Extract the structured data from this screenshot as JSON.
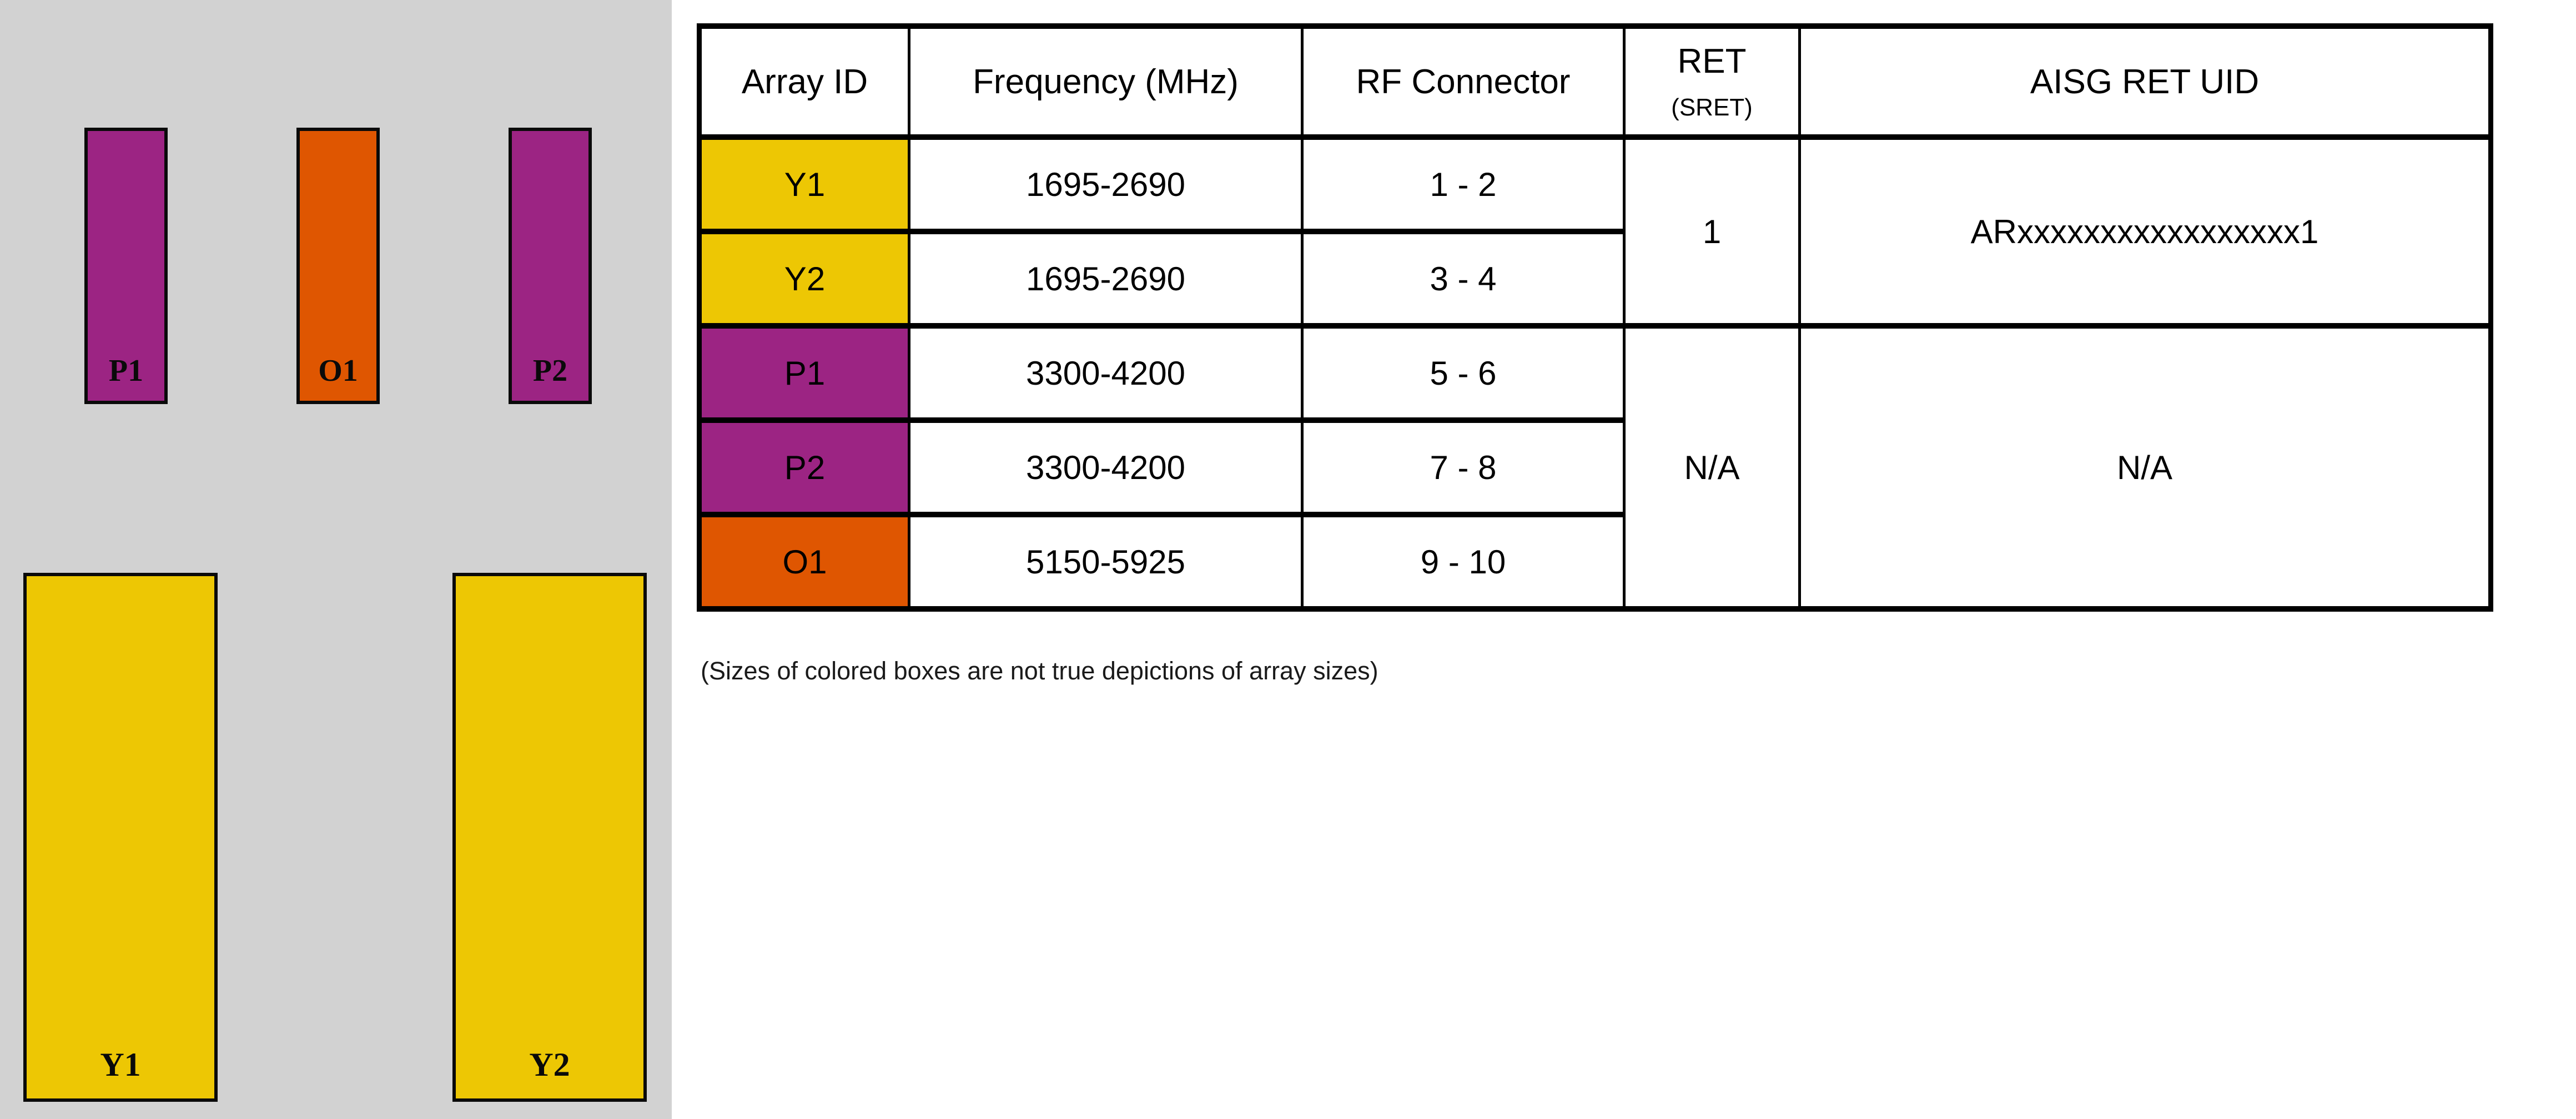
{
  "panel": {
    "background_color": "#d2d2d2",
    "boxes": [
      {
        "label": "P1",
        "color": "#9c2483",
        "size": "small"
      },
      {
        "label": "O1",
        "color": "#df5601",
        "size": "small"
      },
      {
        "label": "P2",
        "color": "#9c2483",
        "size": "small"
      },
      {
        "label": "Y1",
        "color": "#edc704",
        "size": "large"
      },
      {
        "label": "Y2",
        "color": "#edc704",
        "size": "large"
      }
    ]
  },
  "table": {
    "columns": [
      "Array ID",
      "Frequency (MHz)",
      "RF Connector",
      "RET",
      "AISG RET UID"
    ],
    "ret_subheader": "(SRET)",
    "rows": [
      {
        "array_id": "Y1",
        "color": "#edc704",
        "frequency_mhz": "1695-2690",
        "rf_connector": "1 - 2"
      },
      {
        "array_id": "Y2",
        "color": "#edc704",
        "frequency_mhz": "1695-2690",
        "rf_connector": "3 - 4"
      },
      {
        "array_id": "P1",
        "color": "#9c2483",
        "frequency_mhz": "3300-4200",
        "rf_connector": "5 - 6"
      },
      {
        "array_id": "P2",
        "color": "#9c2483",
        "frequency_mhz": "3300-4200",
        "rf_connector": "7 - 8"
      },
      {
        "array_id": "O1",
        "color": "#df5601",
        "frequency_mhz": "5150-5925",
        "rf_connector": "9 - 10"
      }
    ],
    "ret_groups": [
      {
        "ret": "1",
        "aisg_ret_uid": "ARxxxxxxxxxxxxxxxxx1",
        "row_span": 2
      },
      {
        "ret": "N/A",
        "aisg_ret_uid": "N/A",
        "row_span": 3
      }
    ]
  },
  "note": "(Sizes of colored boxes are not true depictions of array sizes)"
}
